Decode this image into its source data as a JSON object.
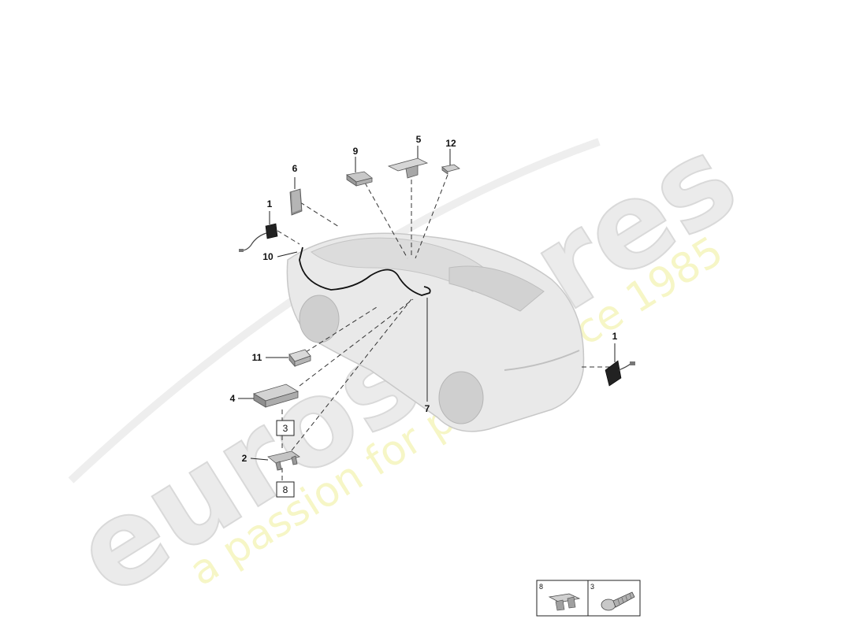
{
  "watermark": {
    "brand_text": "eurospares",
    "tagline": "a passion for parts since 1985"
  },
  "callouts": {
    "c1_left": "1",
    "c1_right": "1",
    "c2": "2",
    "c3": "3",
    "c4": "4",
    "c5": "5",
    "c6": "6",
    "c7": "7",
    "c8": "8",
    "c9": "9",
    "c10": "10",
    "c11": "11",
    "c12": "12"
  },
  "legend": {
    "cell_a": "8",
    "cell_b": "3"
  }
}
